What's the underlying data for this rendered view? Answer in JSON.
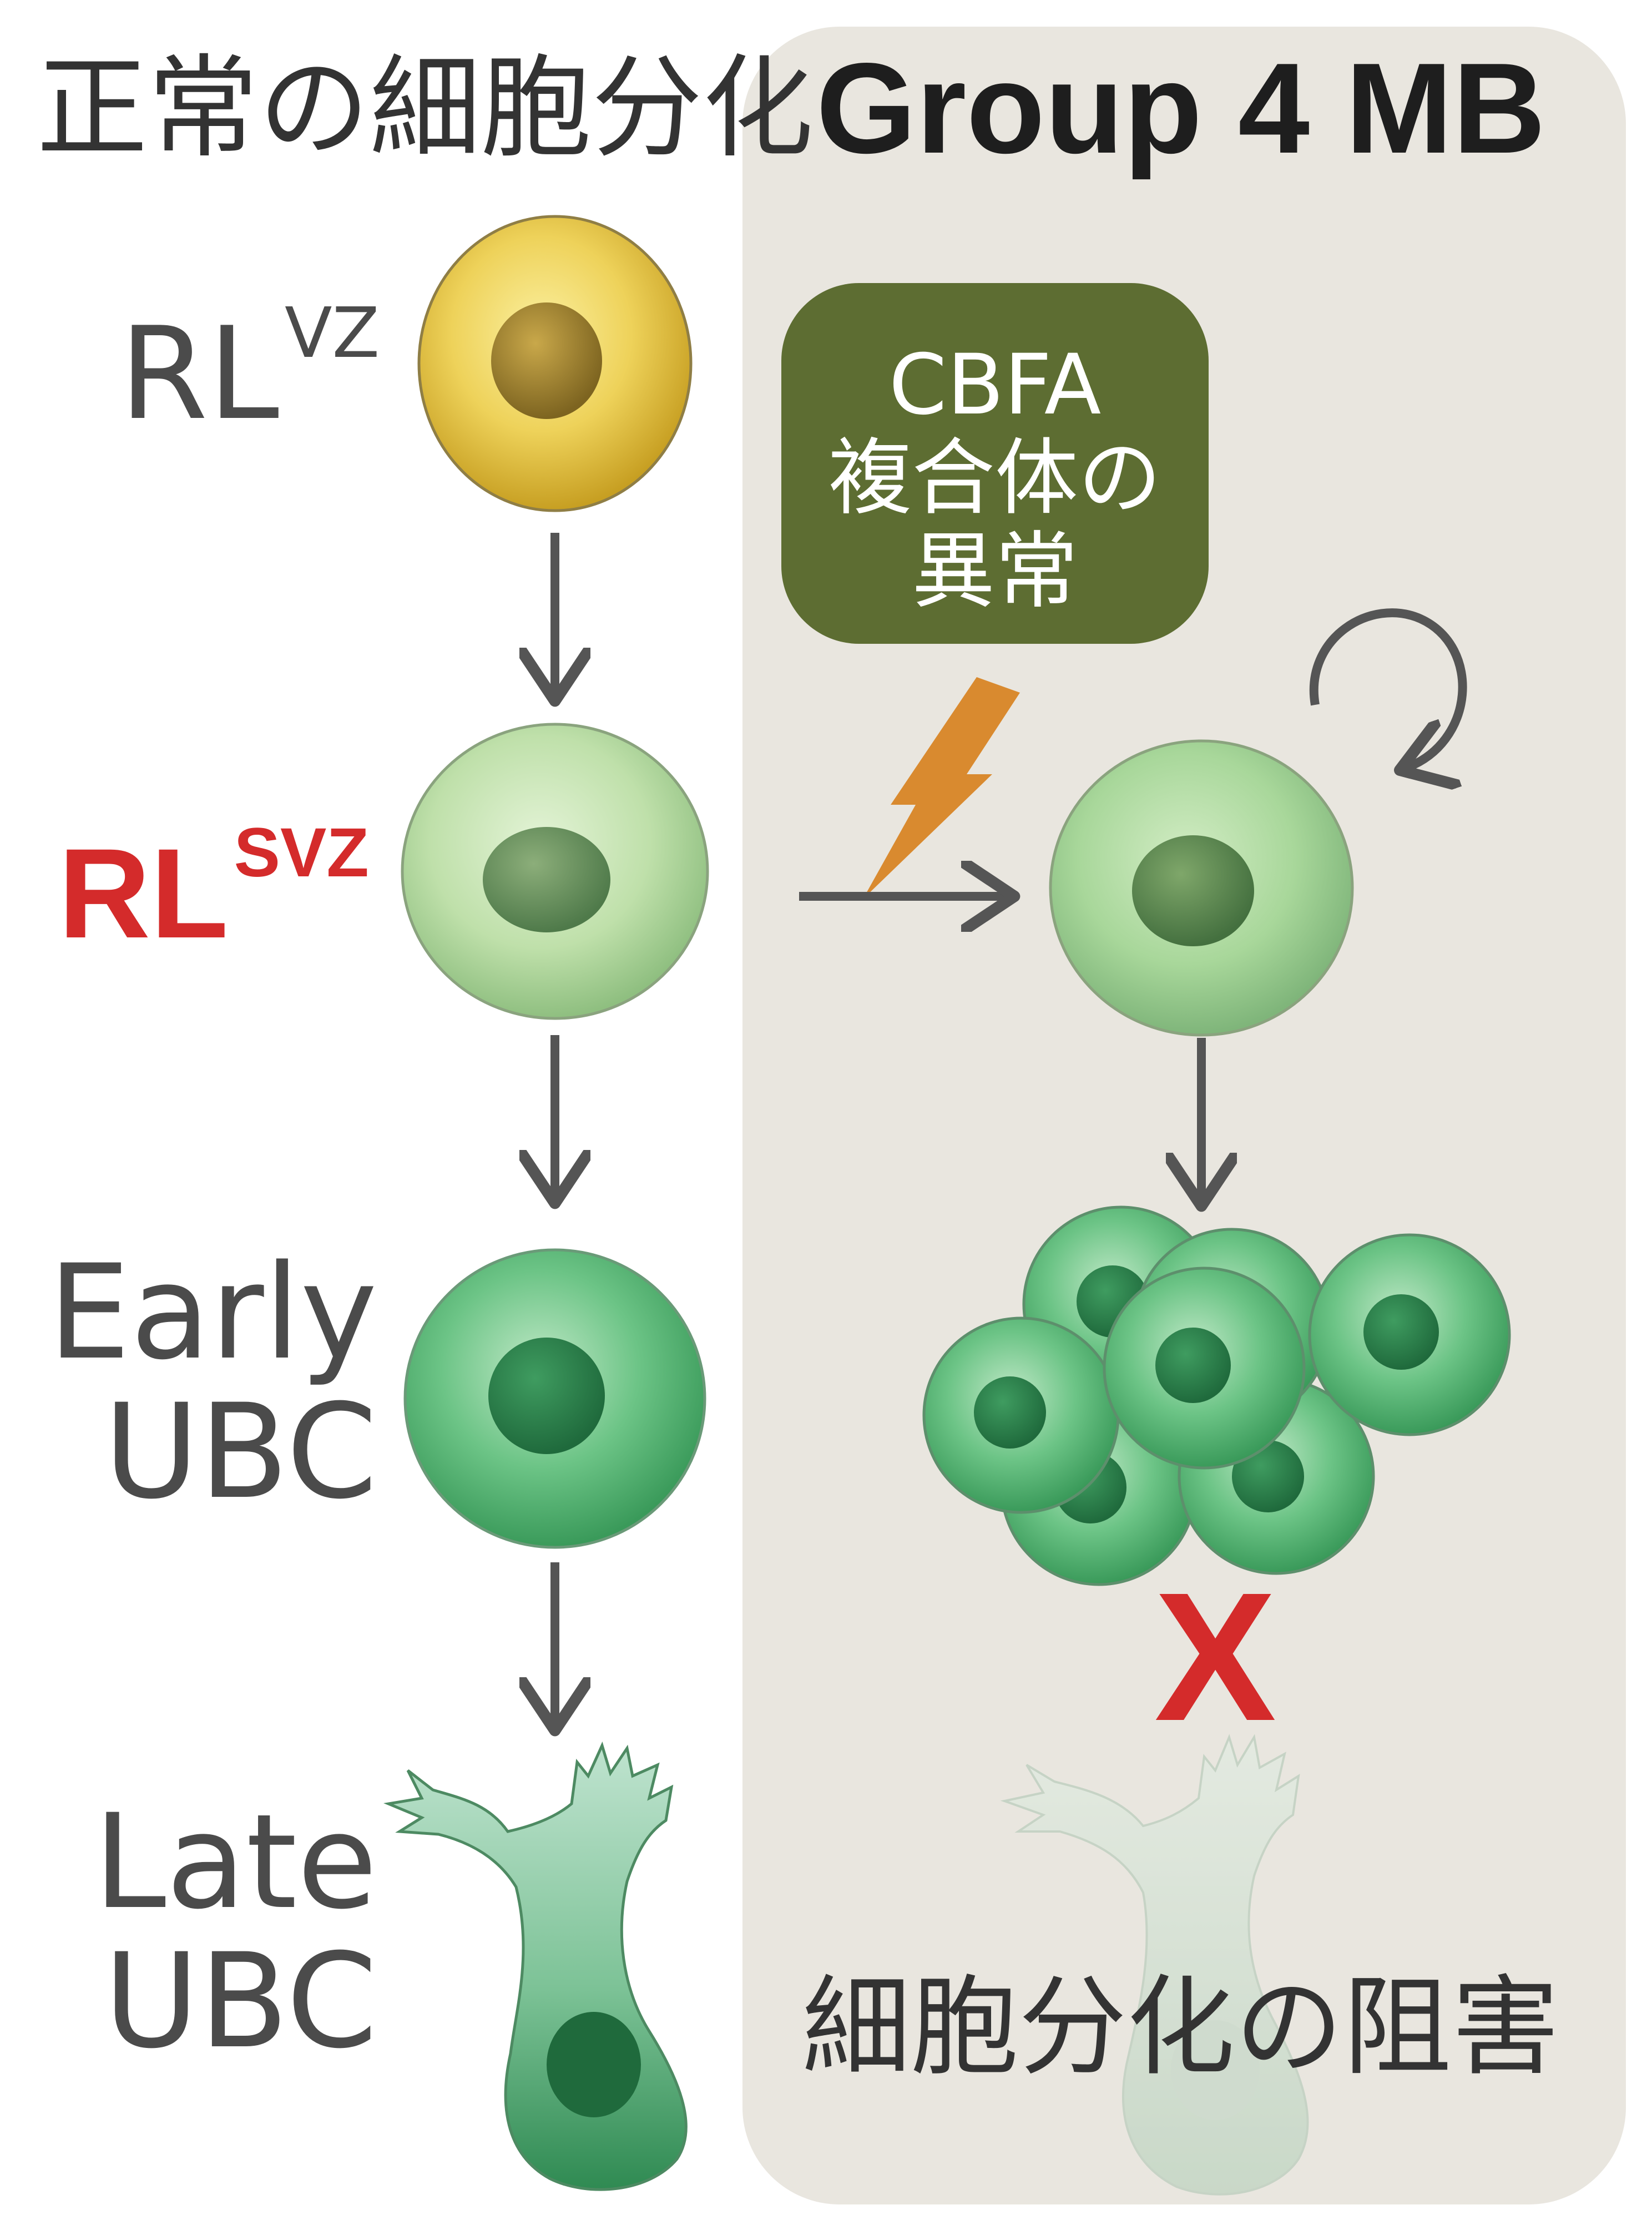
{
  "left_panel": {
    "title": "正常の細胞分化",
    "stages": {
      "rl_vz": {
        "base": "RL",
        "sup": "VZ"
      },
      "rl_svz": {
        "base": "RL",
        "sup": "SVZ"
      },
      "early_ubc": {
        "line1": "Early",
        "line2": "UBC"
      },
      "late_ubc": {
        "line1": "Late",
        "line2": "UBC"
      }
    }
  },
  "right_panel": {
    "title": "Group 4 MB",
    "abnormality_box": {
      "line1": "CBFA",
      "line2": "複合体の",
      "line3": "異常"
    },
    "block_mark": "X",
    "caption": "細胞分化の阻害"
  },
  "colors": {
    "panel_background": "#e9e6df",
    "box_fill": "#5d6d32",
    "arrow": "#555555",
    "lightning": "#d98a2f",
    "highlight_red": "#d42b2b",
    "cell_yellow": "#e7c94a",
    "cell_light_green": "#b6dca0",
    "cell_green": "#5db877",
    "cell_dark_green": "#3b9a5c"
  }
}
